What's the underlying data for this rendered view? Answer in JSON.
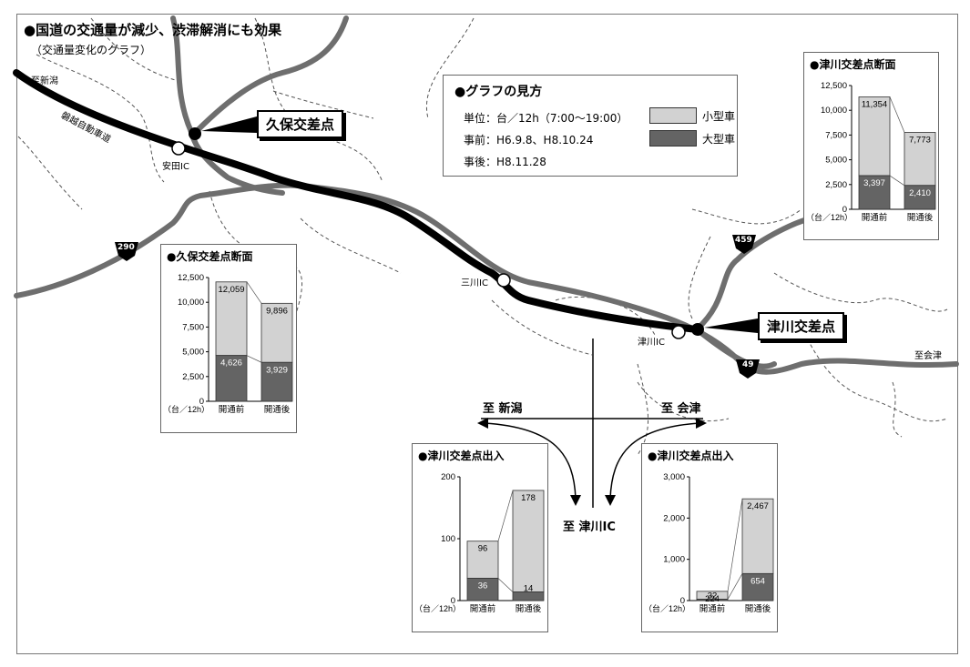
{
  "title": "●国道の交通量が減少、渋滞解消にも効果",
  "subtitle": "（交通量変化のグラフ）",
  "colors": {
    "small_car": "#d2d2d2",
    "large_car": "#646464",
    "road": "#6e6e6e",
    "expressway": "#000000"
  },
  "place_labels": {
    "to_niigata": "至新潟",
    "expressway": "磐越自動車道",
    "yasuda_ic": "安田IC",
    "mikawa_ic": "三川IC",
    "tsugawa_ic": "津川IC",
    "to_aizu": "至会津",
    "route_290": "290",
    "route_459": "459",
    "route_49": "49"
  },
  "callouts": {
    "kubo": "久保交差点",
    "tsugawa": "津川交差点"
  },
  "legend": {
    "title": "●グラフの見方",
    "unit": "単位：台／12h（7:00〜19:00）",
    "before": "事前：H6.9.8、H8.10.24",
    "after": "事後：H8.11.28",
    "small_car": "小型車",
    "large_car": "大型車"
  },
  "directions": {
    "niigata": "至 新潟",
    "aizu": "至 会津",
    "tsugawa_ic": "至 津川IC"
  },
  "chart_data": [
    {
      "type": "bar",
      "title": "●津川交差点断面",
      "categories": [
        "開通前",
        "開通後"
      ],
      "series": [
        {
          "name": "大型車",
          "values": [
            3397,
            2410
          ]
        },
        {
          "name": "小型車",
          "values": [
            7957,
            5363
          ]
        }
      ],
      "totals": [
        11354,
        7773
      ],
      "value_labels": {
        "large": [
          "3,397",
          "2,410"
        ],
        "total": [
          "11,354",
          "7,773"
        ]
      },
      "yticks": [
        "12,500",
        "10,000",
        "7,500",
        "5,000",
        "2,500",
        "0"
      ],
      "ylim": [
        0,
        12500
      ],
      "unit": "（台／12h）"
    },
    {
      "type": "bar",
      "title": "●久保交差点断面",
      "categories": [
        "開通前",
        "開通後"
      ],
      "series": [
        {
          "name": "大型車",
          "values": [
            4626,
            3929
          ]
        },
        {
          "name": "小型車",
          "values": [
            7433,
            5967
          ]
        }
      ],
      "totals": [
        12059,
        9896
      ],
      "value_labels": {
        "large": [
          "4,626",
          "3,929"
        ],
        "total": [
          "12,059",
          "9,896"
        ]
      },
      "yticks": [
        "12,500",
        "10,000",
        "7,500",
        "5,000",
        "2,500",
        "0"
      ],
      "ylim": [
        0,
        12500
      ],
      "unit": "（台／12h）"
    },
    {
      "type": "bar",
      "title": "●津川交差点出入",
      "categories": [
        "開通前",
        "開通後"
      ],
      "series": [
        {
          "name": "大型車",
          "values": [
            36,
            14
          ]
        },
        {
          "name": "小型車",
          "values": [
            60,
            164
          ]
        }
      ],
      "totals": [
        96,
        178
      ],
      "value_labels": {
        "large": [
          "36",
          "14"
        ],
        "total": [
          "96",
          "178"
        ]
      },
      "yticks": [
        "200",
        "100",
        "0"
      ],
      "ylim": [
        0,
        200
      ],
      "unit": "（台／12h）"
    },
    {
      "type": "bar",
      "title": "●津川交差点出入",
      "categories": [
        "開通前",
        "開通後"
      ],
      "series": [
        {
          "name": "大型車",
          "values": [
            32,
            654
          ]
        },
        {
          "name": "小型車",
          "values": [
            192,
            1813
          ]
        }
      ],
      "totals": [
        224,
        2467
      ],
      "value_labels": {
        "large": [
          "32",
          "654"
        ],
        "total": [
          "224",
          "2,467"
        ]
      },
      "yticks": [
        "3,000",
        "2,000",
        "1,000",
        "0"
      ],
      "ylim": [
        0,
        3000
      ],
      "unit": "（台／12h）"
    }
  ]
}
